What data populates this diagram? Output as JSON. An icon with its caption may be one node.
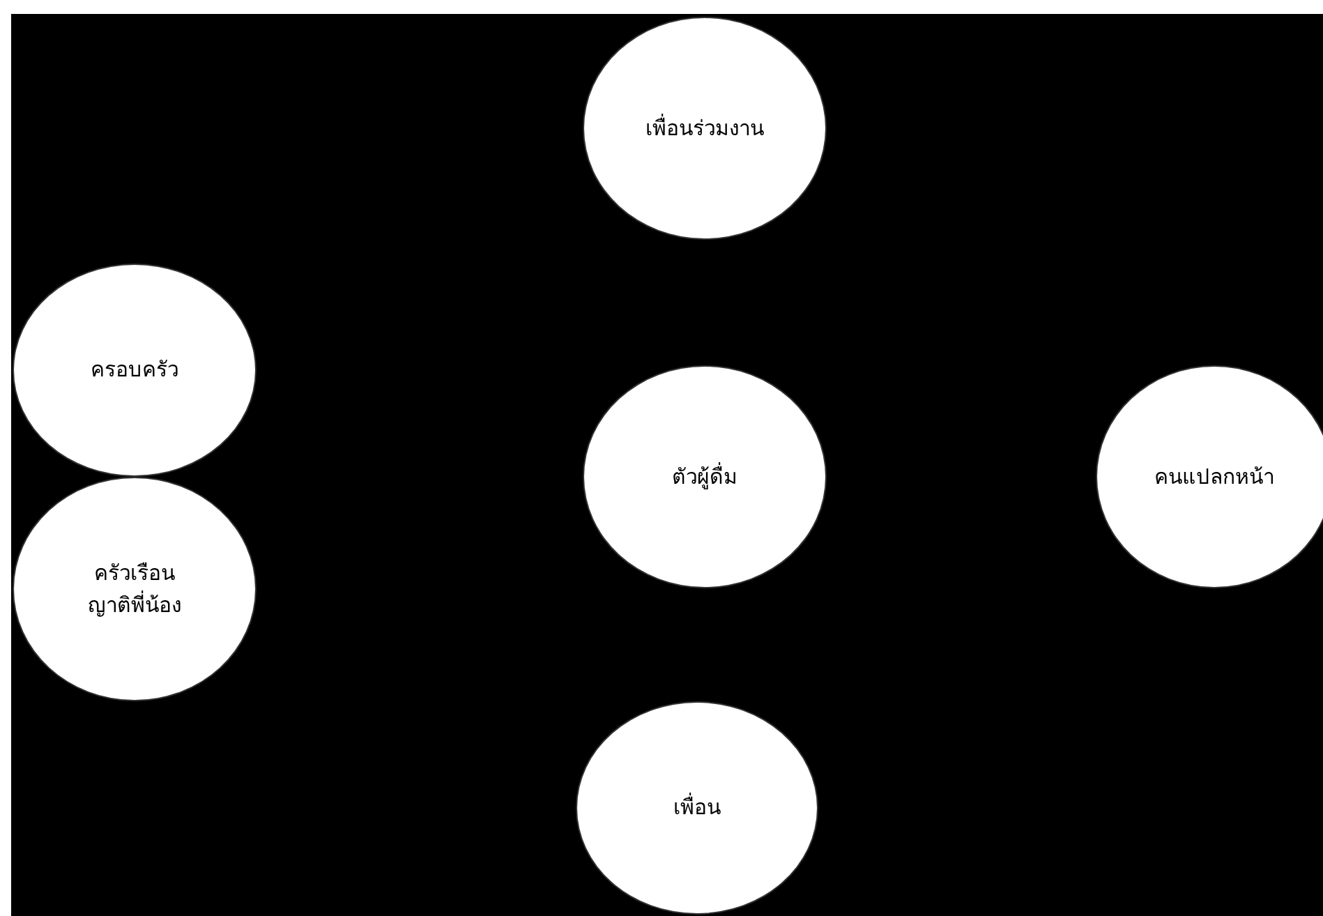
{
  "diagram": {
    "nodes": [
      {
        "text": [
          "เพื่อนร่วมงาน"
        ]
      },
      {
        "text": [
          "ครอบครัว"
        ]
      },
      {
        "text": [
          "ครัวเรือน ญาติพี่น้อง"
        ]
      },
      {
        "text": [
          "ตัวผู้ดื่ม"
        ]
      },
      {
        "text": [
          "คนแปลกหน้า"
        ]
      },
      {
        "text": [
          "เพื่อน"
        ]
      }
    ]
  }
}
